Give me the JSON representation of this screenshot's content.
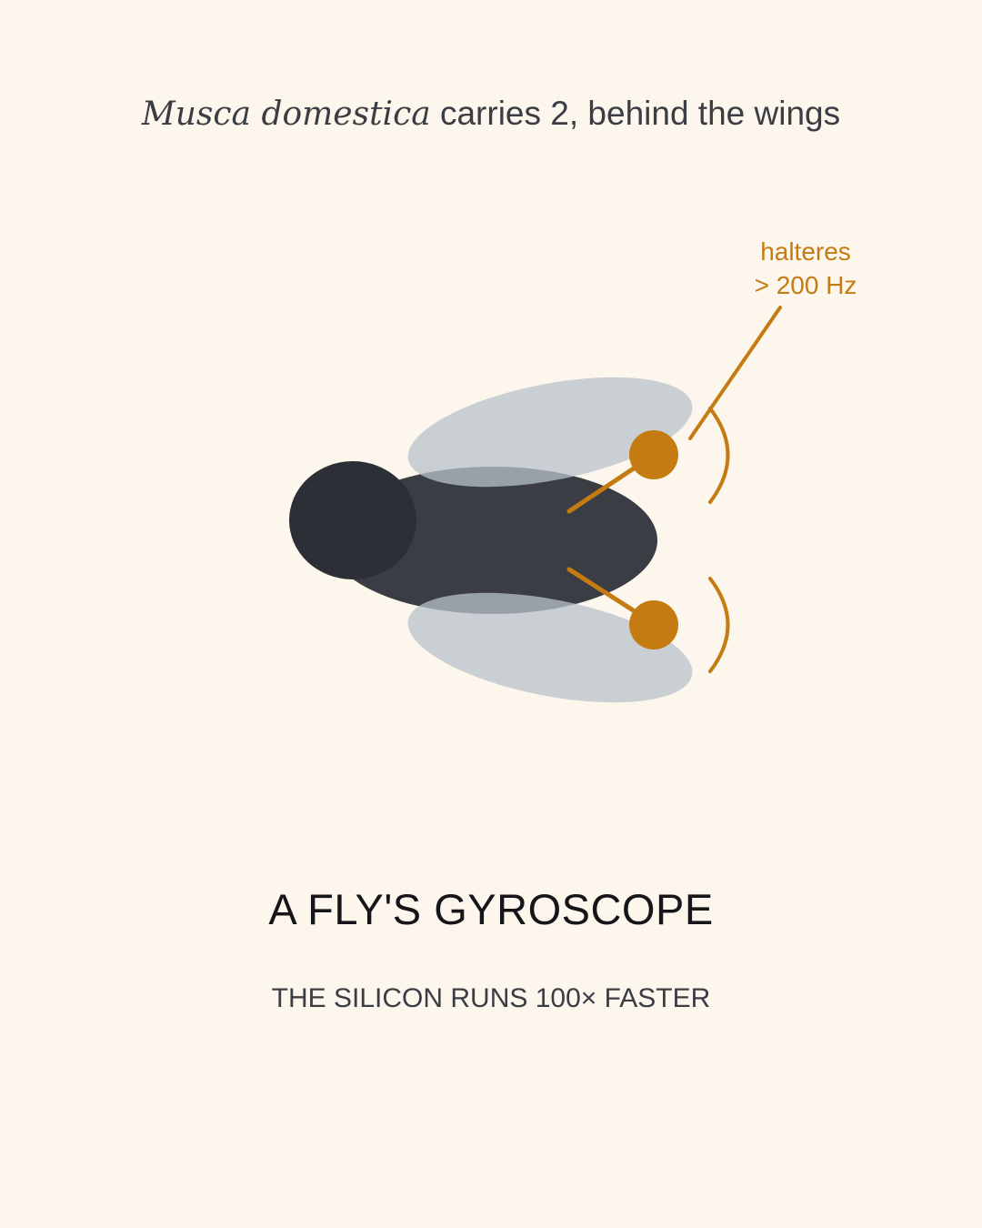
{
  "header": {
    "species": "Musca domestica",
    "rest": " carries 2, behind the wings"
  },
  "diagram": {
    "callout": {
      "line1": "halteres",
      "line2": "> 200 Hz"
    },
    "colors": {
      "accent": "#c47b12",
      "body": "#3a3d44",
      "head": "#2c2f36",
      "wing": "#b8c2cc"
    }
  },
  "footer": {
    "title": "A FLY'S GYROSCOPE",
    "tagline": "THE SILICON RUNS 100× FASTER"
  }
}
